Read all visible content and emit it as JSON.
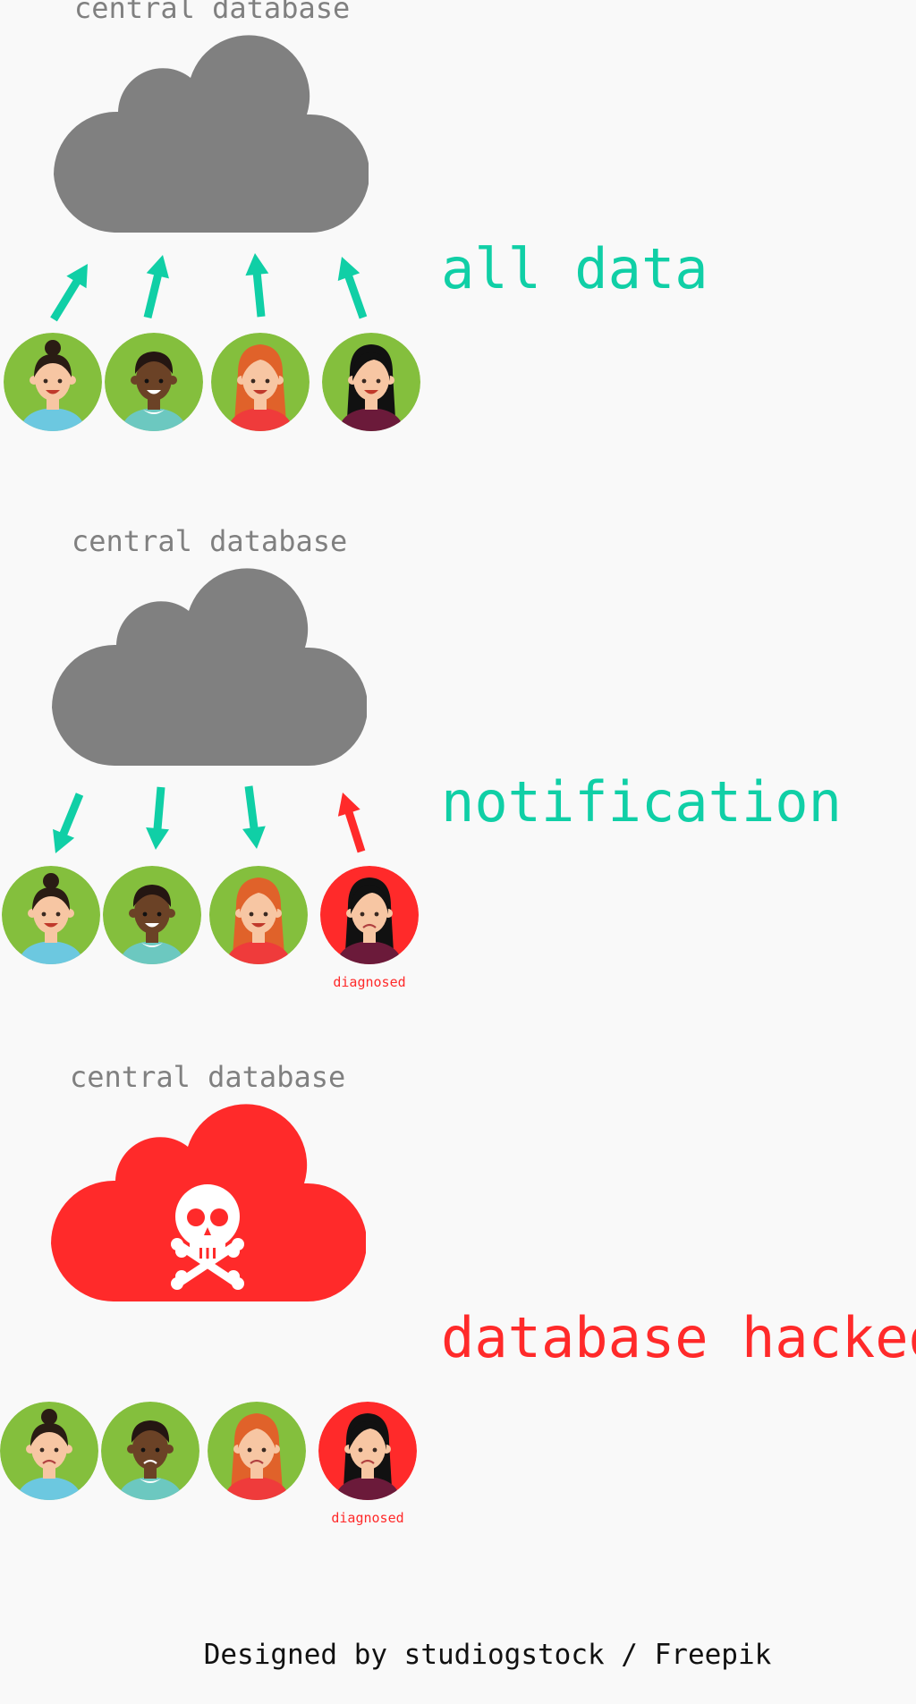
{
  "panels": [
    {
      "title": "central database",
      "label": "all data",
      "label_color": "#10cfa6",
      "cloud_color": "#808080",
      "cloud_icon": "",
      "arrows": [
        "up-teal",
        "up-teal",
        "up-teal",
        "up-teal"
      ],
      "people": [
        {
          "name": "woman-bun",
          "bg": "#84bf3d",
          "expression": "smile",
          "caption": ""
        },
        {
          "name": "man-curly",
          "bg": "#84bf3d",
          "expression": "smile",
          "caption": ""
        },
        {
          "name": "woman-red-hair",
          "bg": "#84bf3d",
          "expression": "smile",
          "caption": ""
        },
        {
          "name": "woman-black-hair",
          "bg": "#84bf3d",
          "expression": "smile",
          "caption": ""
        }
      ]
    },
    {
      "title": "central database",
      "label": "notification",
      "label_color": "#10cfa6",
      "cloud_color": "#808080",
      "cloud_icon": "",
      "arrows": [
        "down-teal",
        "down-teal",
        "down-teal",
        "up-red"
      ],
      "people": [
        {
          "name": "woman-bun",
          "bg": "#84bf3d",
          "expression": "smile",
          "caption": ""
        },
        {
          "name": "man-curly",
          "bg": "#84bf3d",
          "expression": "smile",
          "caption": ""
        },
        {
          "name": "woman-red-hair",
          "bg": "#84bf3d",
          "expression": "smile",
          "caption": ""
        },
        {
          "name": "woman-black-hair",
          "bg": "#ff2a2a",
          "expression": "sad",
          "caption": "diagnosed"
        }
      ]
    },
    {
      "title": "central database",
      "label": "database hacked",
      "label_color": "#ff2a2a",
      "cloud_color": "#ff2a2a",
      "cloud_icon": "skull-and-crossbones-icon",
      "arrows": [],
      "people": [
        {
          "name": "woman-bun",
          "bg": "#84bf3d",
          "expression": "sad",
          "caption": ""
        },
        {
          "name": "man-curly",
          "bg": "#84bf3d",
          "expression": "sad",
          "caption": ""
        },
        {
          "name": "woman-red-hair",
          "bg": "#84bf3d",
          "expression": "sad",
          "caption": ""
        },
        {
          "name": "woman-black-hair",
          "bg": "#ff2a2a",
          "expression": "sad",
          "caption": "diagnosed"
        }
      ]
    }
  ],
  "credit": "Designed by studiogstock / Freepik"
}
